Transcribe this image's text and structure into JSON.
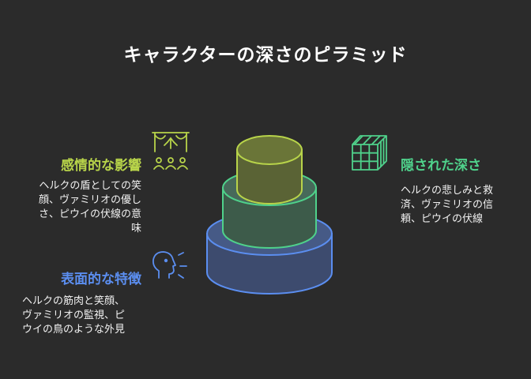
{
  "title": "キャラクターの深さのピラミッド",
  "colors": {
    "background": "#2b2b2b",
    "emotional": "#b8d44a",
    "hidden": "#4fd18b",
    "surface": "#5b8ef0"
  },
  "sections": {
    "emotional": {
      "heading": "感情的な影響",
      "desc": "ヘルクの盾としての笑\n顔、ヴァミリオの優し\nさ、ピウイの伏線の意\n味",
      "icon": "audience-icon"
    },
    "hidden": {
      "heading": "隠された深さ",
      "desc": "ヘルクの悲しみと救\n済、ヴァミリオの信\n頼、ピウイの伏線",
      "icon": "cube-grid-icon"
    },
    "surface": {
      "heading": "表面的な特徴",
      "desc": "ヘルクの筋肉と笑顔、\nヴァミリオの監視、ピ\nウイの鳥のような外見",
      "icon": "face-profile-icon"
    }
  }
}
